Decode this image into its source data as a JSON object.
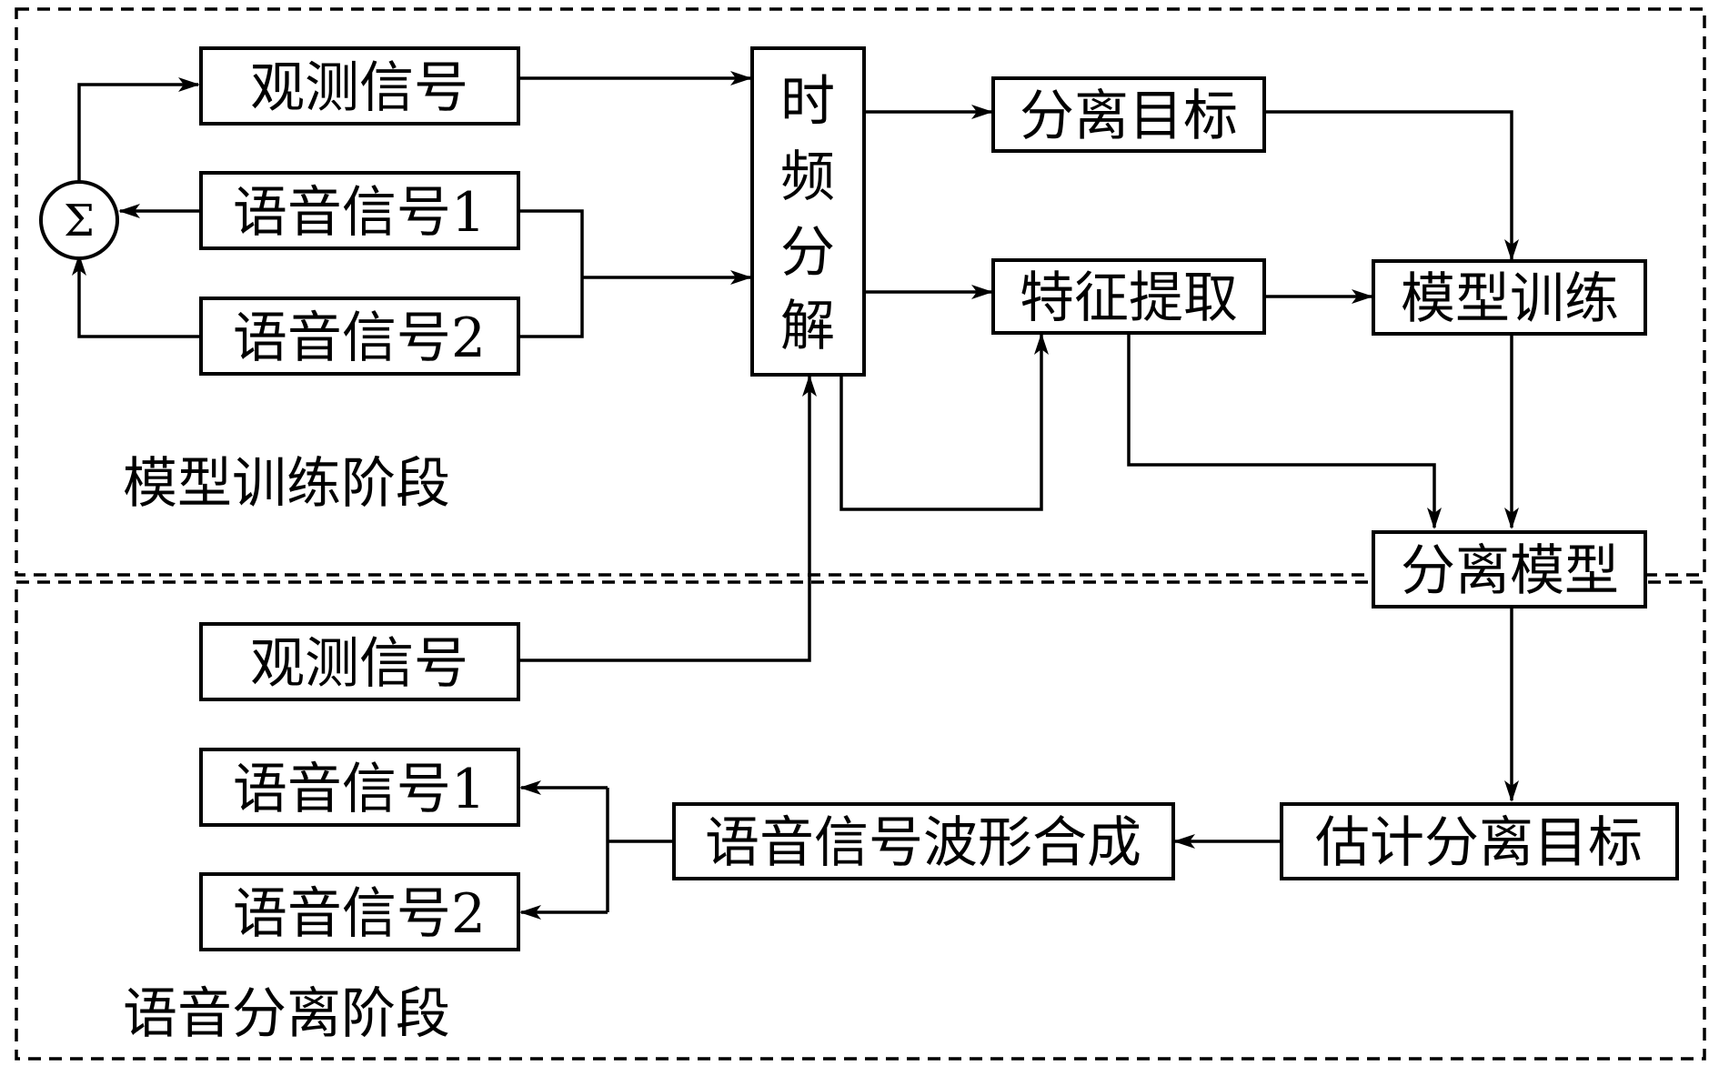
{
  "diagram": {
    "stages": {
      "training": "模型训练阶段",
      "separation": "语音分离阶段"
    },
    "sum_symbol": "Σ",
    "nodes": {
      "obs_top": "观测信号",
      "speech1_top": "语音信号1",
      "speech2_top": "语音信号2",
      "tf_chars": [
        "时",
        "频",
        "分",
        "解"
      ],
      "sep_target": "分离目标",
      "feature": "特征提取",
      "train": "模型训练",
      "sep_model": "分离模型",
      "obs_bottom": "观测信号",
      "speech1_bottom": "语音信号1",
      "speech2_bottom": "语音信号2",
      "waveform": "语音信号波形合成",
      "est_target": "估计分离目标"
    }
  }
}
